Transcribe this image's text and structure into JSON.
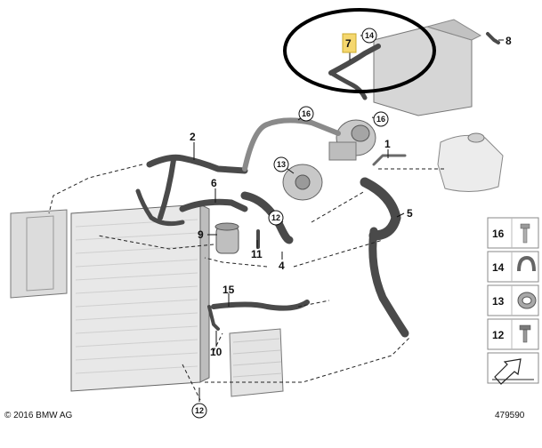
{
  "labels": {
    "l1": "1",
    "l2": "2",
    "l4": "4",
    "l5": "5",
    "l6": "6",
    "l7": "7",
    "l8": "8",
    "l9": "9",
    "l10": "10",
    "l11": "11",
    "l15": "15",
    "c12a": "12",
    "c12b": "12",
    "c13": "13",
    "c14": "14",
    "c16a": "16",
    "c16b": "16"
  },
  "sidebar": {
    "i16": "16",
    "i14": "14",
    "i13": "13",
    "i12": "12"
  },
  "footer": {
    "copyright": "© 2016 BMW AG",
    "drawing_number": "479590"
  },
  "colors": {
    "highlight": "#f5d76e",
    "outline": "#000000",
    "part_fill": "#cfcfcf",
    "hose_fill": "#555555"
  }
}
